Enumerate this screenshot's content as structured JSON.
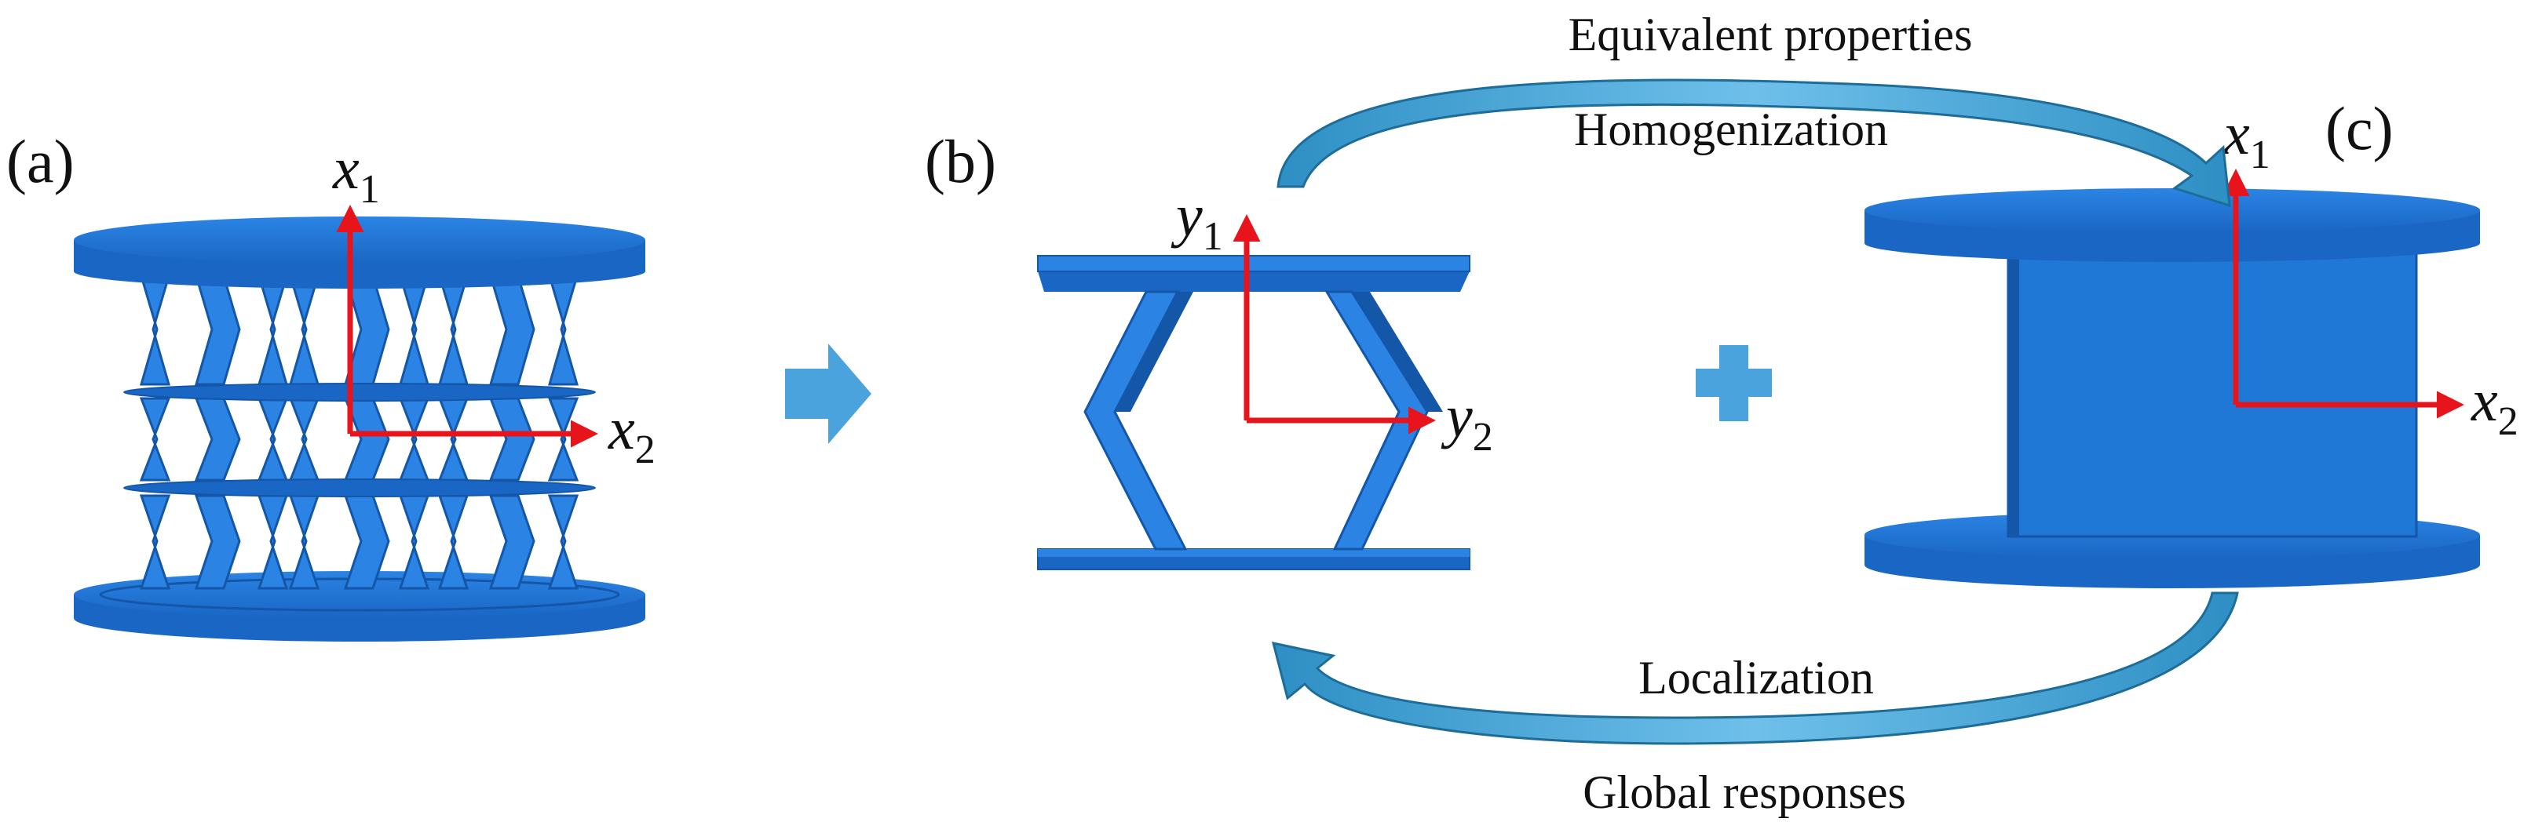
{
  "panels": {
    "a": {
      "label": "(a)",
      "axes": {
        "vertical": "x",
        "vertical_sub": "1",
        "horizontal": "x",
        "horizontal_sub": "2"
      }
    },
    "b": {
      "label": "(b)",
      "axes": {
        "vertical": "y",
        "vertical_sub": "1",
        "horizontal": "y",
        "horizontal_sub": "2"
      }
    },
    "c": {
      "label": "(c)",
      "axes": {
        "vertical": "x",
        "vertical_sub": "1",
        "horizontal": "x",
        "horizontal_sub": "2"
      }
    }
  },
  "captions": {
    "top_upper": "Equivalent properties",
    "top_lower": "Homogenization",
    "bottom_upper": "Localization",
    "bottom_lower": "Global responses"
  },
  "colors": {
    "structure": "#1f77d6",
    "structure_dark": "#1456a8",
    "structure_light": "#3d94ef",
    "axis_arrow": "#e8141b",
    "process_arrow": "#4aa3dc",
    "plus_sign": "#4aa3dc"
  },
  "icons": {
    "flow_arrow": "right-arrow-icon",
    "plus": "plus-icon"
  }
}
